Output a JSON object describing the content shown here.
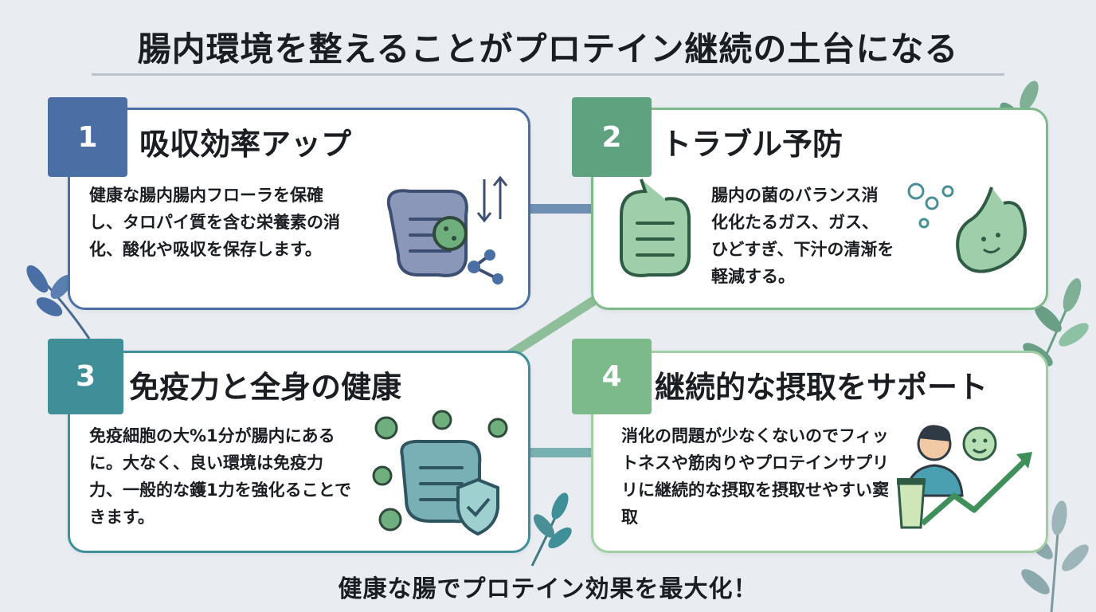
{
  "title": "腸内環境を整えることがプロテイン継続の土台になる",
  "footer": "健康な腸でプロテイン効果を最大化！",
  "cards": [
    {
      "number": "1",
      "title": "吸収効率アップ",
      "body": "健康な腸内腸内フローラを保確し、タロパイ質を含む栄養素の消化、酸化や吸収を保存します。",
      "color": "#4a6fa5"
    },
    {
      "number": "2",
      "title": "トラブル予防",
      "body": "腸内の菌のバランス消化化たるガス、ガス、ひどすぎ、下汁の清渐を軽減する。",
      "color": "#5fa27f"
    },
    {
      "number": "3",
      "title": "免疫力と全身の健康",
      "body": "免疫細胞の大%1分が腸内にあるに。大なく、良い環境は免疫力力、一般的な鑊1力を強化ることできます。",
      "color": "#3f8f99"
    },
    {
      "number": "4",
      "title": "継続的な摂取をサポート",
      "body": "消化の問題が少なくないのでフィットネスや筋肉りやプロテインサプリリに継続的な摂取を摂取せやすい窦取",
      "color": "#7cba8a"
    }
  ],
  "icons": {
    "card1": [
      "intestine-icon",
      "bacteria-magnifier-icon",
      "absorption-arrows-icon",
      "molecule-icon"
    ],
    "card2": [
      "intestine-icon",
      "bubbles-icon",
      "happy-stomach-icon"
    ],
    "card3": [
      "virus-icon",
      "intestine-icon",
      "shield-check-icon"
    ],
    "card4": [
      "person-icon",
      "smiley-icon",
      "protein-shake-icon",
      "growth-arrow-icon"
    ]
  }
}
